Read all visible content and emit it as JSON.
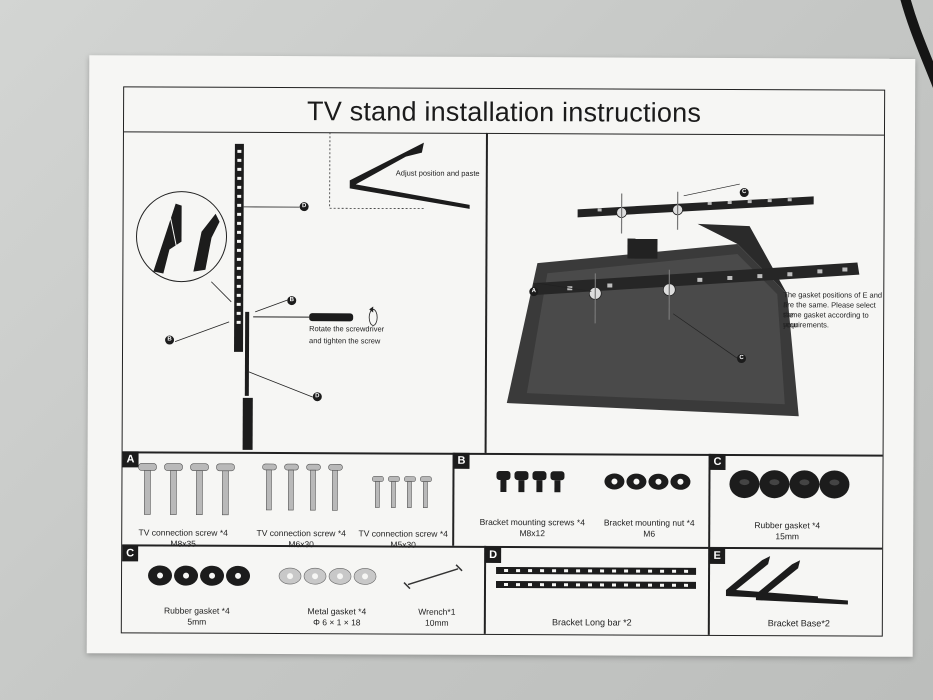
{
  "title": "TV stand installation instructions",
  "step_panel": {
    "adjust_note": "Adjust position and paste",
    "rotate_note_line1": "Rotate the screwdriver",
    "rotate_note_line2": "and tighten the screw",
    "callouts": [
      "D",
      "B",
      "B",
      "D"
    ]
  },
  "mount_panel": {
    "gasket_note_line1": "The gasket positions of E and F",
    "gasket_note_line2": "are the same. Please select the",
    "gasket_note_line3": "same gasket according to your",
    "gasket_note_line4": "requirements.",
    "callouts": [
      "C",
      "A",
      "C"
    ]
  },
  "parts": {
    "A": {
      "letter": "A",
      "items": [
        {
          "name": "TV connection screw",
          "qty": "*4",
          "size": "M8x35"
        },
        {
          "name": "TV connection screw",
          "qty": "*4",
          "size": "M6x30"
        },
        {
          "name": "TV connection screw",
          "qty": "*4",
          "size": "M5x30"
        }
      ]
    },
    "B": {
      "letter": "B",
      "items": [
        {
          "name": "Bracket mounting screws",
          "qty": "*4",
          "size": "M8x12"
        },
        {
          "name": "Bracket mounting nut",
          "qty": "*4",
          "size": "M6"
        }
      ]
    },
    "C_top": {
      "letter": "C",
      "name": "Rubber gasket",
      "qty": "*4",
      "size": "15mm"
    },
    "C_bottom": {
      "letter": "C",
      "items": [
        {
          "name": "Rubber gasket",
          "qty": "*4",
          "size": "5mm"
        },
        {
          "name": "Metal gasket",
          "qty": "*4",
          "size": "Φ 6 × 1 × 18"
        },
        {
          "name": "Wrench",
          "qty": "*1",
          "size": "10mm"
        }
      ]
    },
    "D": {
      "letter": "D",
      "name": "Bracket Long bar",
      "qty": "*2"
    },
    "E": {
      "letter": "E",
      "name": "Bracket Base",
      "qty": "*2"
    }
  },
  "colors": {
    "ink": "#1c1c1c",
    "paper": "#f6f6f4",
    "background": "#c9cbc9"
  }
}
